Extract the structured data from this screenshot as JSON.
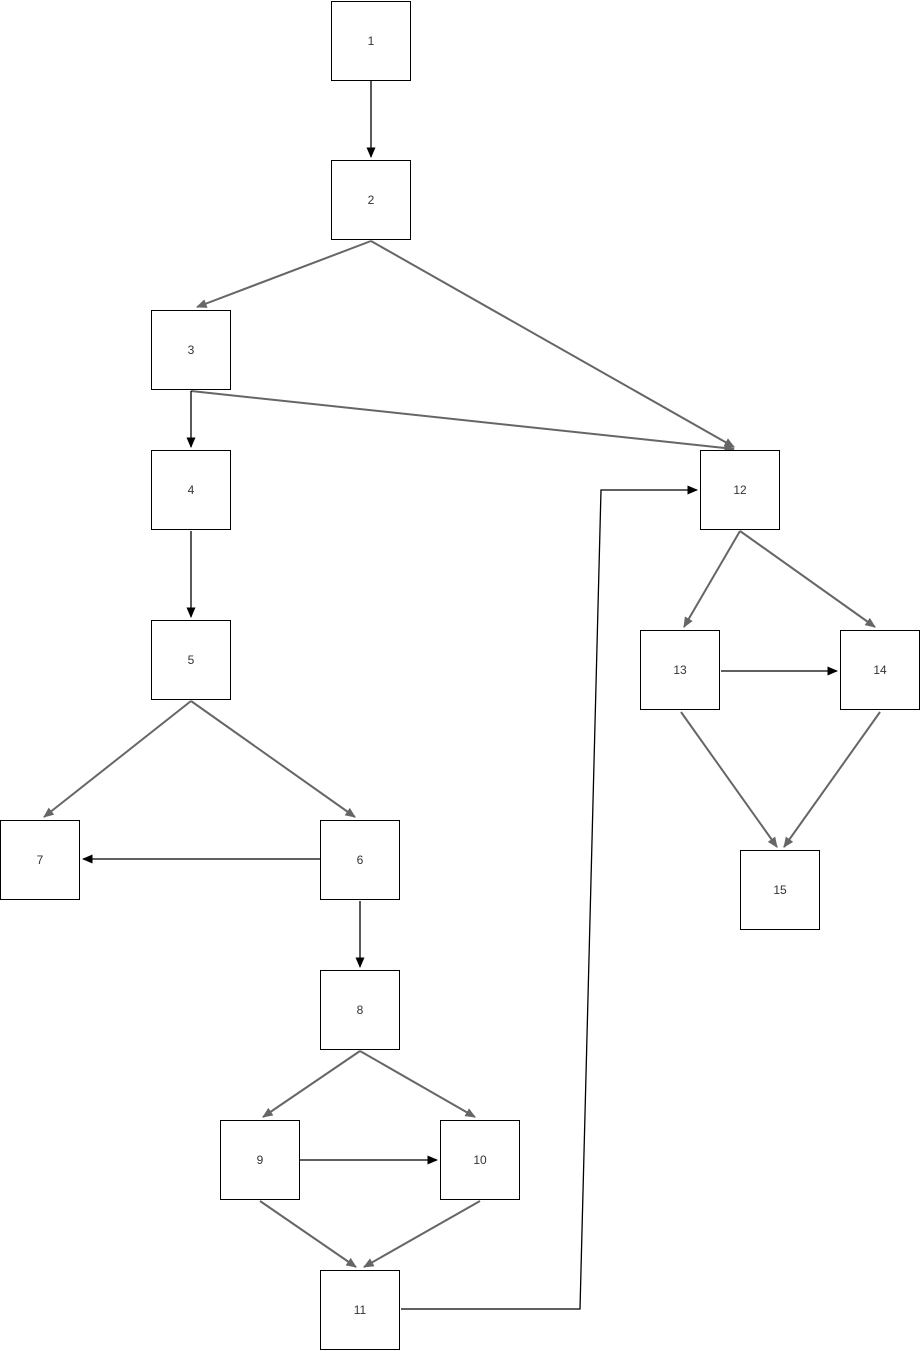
{
  "diagram": {
    "type": "flowchart",
    "background_color": "#ffffff",
    "node_fill_color": "#ffffff",
    "node_border_color": "#000000",
    "label_color": "#333333",
    "edge_color_diagonal": "#666666",
    "edge_color_orthogonal": "#000000",
    "nodes": [
      {
        "id": "1",
        "label": "1"
      },
      {
        "id": "2",
        "label": "2"
      },
      {
        "id": "3",
        "label": "3"
      },
      {
        "id": "4",
        "label": "4"
      },
      {
        "id": "5",
        "label": "5"
      },
      {
        "id": "6",
        "label": "6"
      },
      {
        "id": "7",
        "label": "7"
      },
      {
        "id": "8",
        "label": "8"
      },
      {
        "id": "9",
        "label": "9"
      },
      {
        "id": "10",
        "label": "10"
      },
      {
        "id": "11",
        "label": "11"
      },
      {
        "id": "12",
        "label": "12"
      },
      {
        "id": "13",
        "label": "13"
      },
      {
        "id": "14",
        "label": "14"
      },
      {
        "id": "15",
        "label": "15"
      }
    ],
    "edges": [
      {
        "from": "1",
        "to": "2",
        "style": "black-thin"
      },
      {
        "from": "2",
        "to": "3",
        "style": "gray-thick"
      },
      {
        "from": "2",
        "to": "12",
        "style": "gray-thick"
      },
      {
        "from": "3",
        "to": "4",
        "style": "black-thin"
      },
      {
        "from": "3",
        "to": "12",
        "style": "gray-thick"
      },
      {
        "from": "4",
        "to": "5",
        "style": "black-thin"
      },
      {
        "from": "5",
        "to": "7",
        "style": "gray-thick"
      },
      {
        "from": "5",
        "to": "6",
        "style": "gray-thick"
      },
      {
        "from": "6",
        "to": "7",
        "style": "black-thin"
      },
      {
        "from": "6",
        "to": "8",
        "style": "black-thin"
      },
      {
        "from": "8",
        "to": "9",
        "style": "gray-thick"
      },
      {
        "from": "8",
        "to": "10",
        "style": "gray-thick"
      },
      {
        "from": "9",
        "to": "10",
        "style": "black-thin"
      },
      {
        "from": "9",
        "to": "11",
        "style": "gray-thick"
      },
      {
        "from": "10",
        "to": "11",
        "style": "gray-thick"
      },
      {
        "from": "11",
        "to": "12",
        "style": "black-thin-orthogonal"
      },
      {
        "from": "12",
        "to": "13",
        "style": "gray-thick"
      },
      {
        "from": "12",
        "to": "14",
        "style": "gray-thick"
      },
      {
        "from": "13",
        "to": "14",
        "style": "black-thin"
      },
      {
        "from": "13",
        "to": "15",
        "style": "gray-thick"
      },
      {
        "from": "14",
        "to": "15",
        "style": "gray-thick"
      }
    ]
  }
}
